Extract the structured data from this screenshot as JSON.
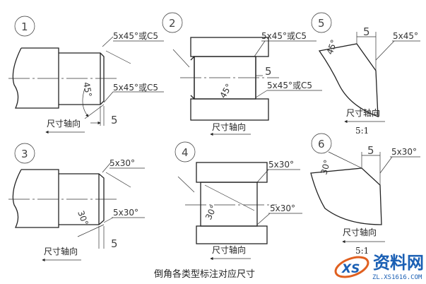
{
  "panels": [
    {
      "number": "1",
      "dim_top": "5x45°或C5",
      "dim_bottom": "5x45°或C5",
      "angle": "45°",
      "length": "5",
      "axis_label": "尺寸轴向"
    },
    {
      "number": "2",
      "dim_top": "5x45°或C5",
      "dim_bottom": "5x45°或C5",
      "angle": "45°",
      "length": "5",
      "axis_label": "尺寸轴向"
    },
    {
      "number": "3",
      "dim_top": "5x30°",
      "dim_bottom": "5x30°",
      "angle": "30°",
      "length": "5",
      "axis_label": "尺寸轴向"
    },
    {
      "number": "4",
      "dim_top": "5x30°",
      "dim_bottom": "5x30°",
      "angle": "30°",
      "axis_label": "尺寸轴向"
    },
    {
      "number": "5",
      "dim": "5x45°",
      "angle": "45°",
      "length": "5",
      "axis_label": "尺寸轴向",
      "scale": "5:1"
    },
    {
      "number": "6",
      "dim": "5x30°",
      "angle": "30°",
      "length": "5",
      "axis_label": "尺寸轴向",
      "scale": "5:1"
    }
  ],
  "caption": "倒角各类型标注对应尺寸",
  "watermark": {
    "name": "资料网",
    "url": "ZL.XS1616.COM",
    "mark": "XS"
  }
}
